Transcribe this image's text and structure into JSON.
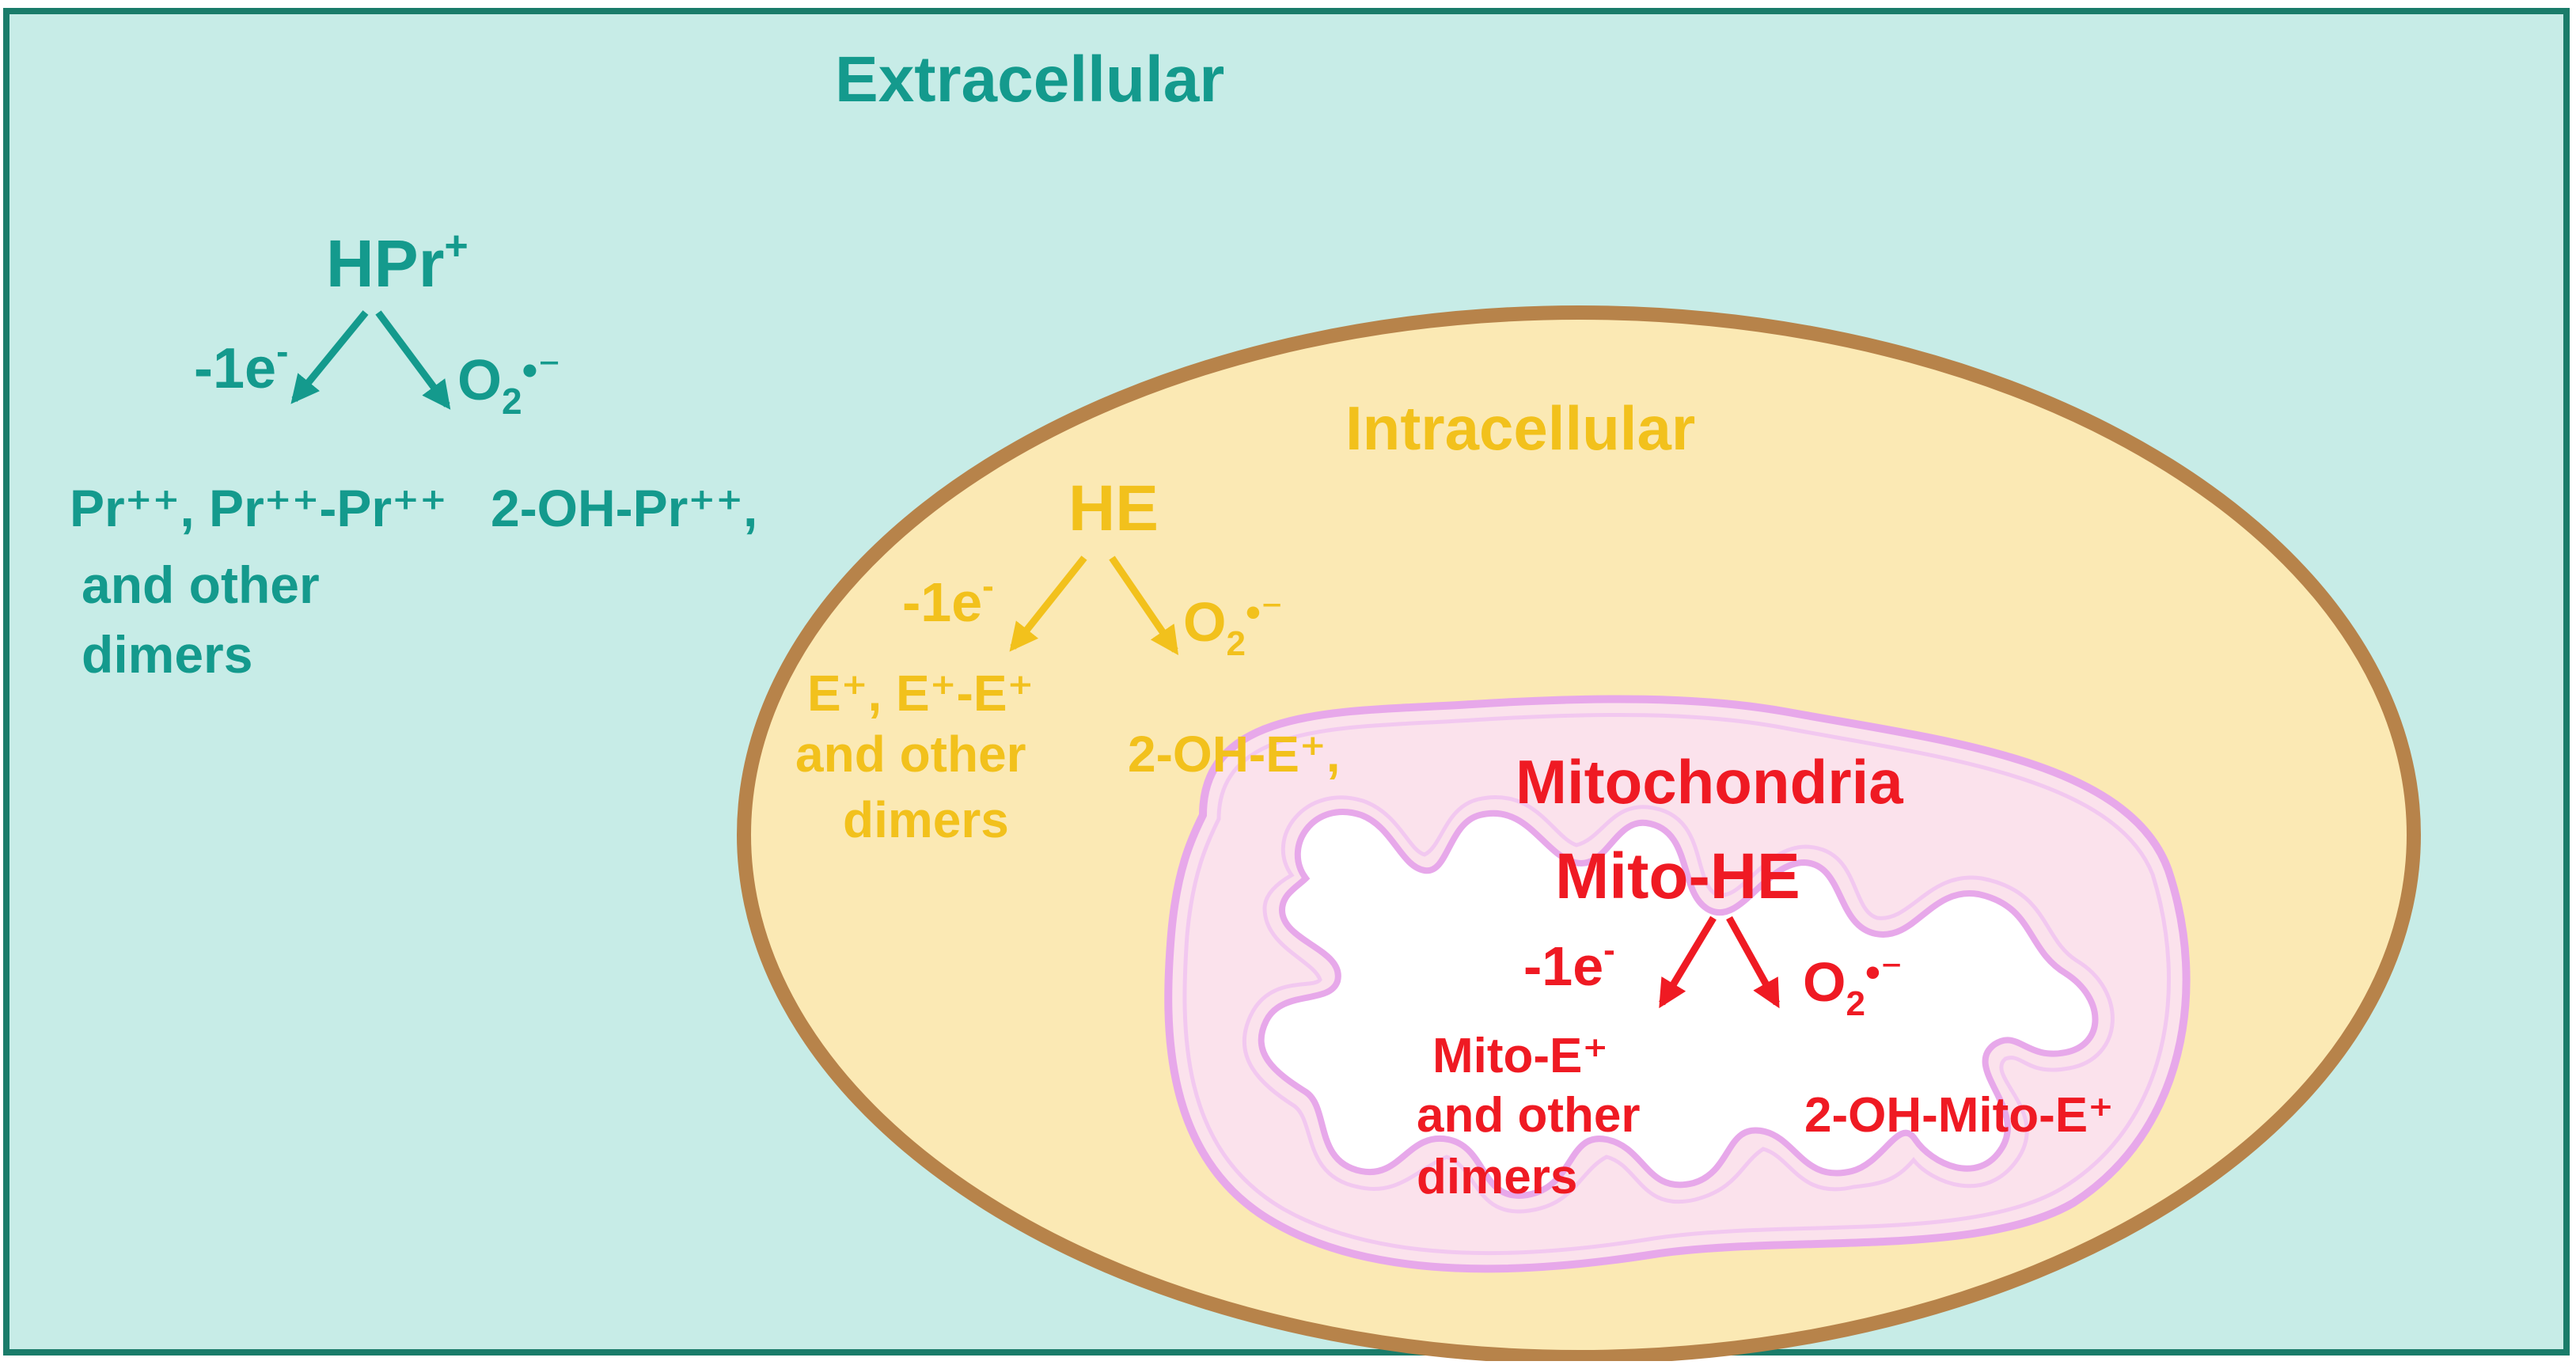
{
  "colors": {
    "outer_bg": "#c7ece7",
    "outer_border": "#1a7c6a",
    "cell_fill": "#fbe9b4",
    "cell_border": "#b7834a",
    "mito_fill": "#fbe2ec",
    "mito_membrane": "#e7a8ea",
    "mito_matrix": "#ffffff",
    "extracellular": "#149a8d",
    "intracellular": "#f2c11c",
    "mitochondria": "#ef1a23"
  },
  "extracellular": {
    "title": "Extracellular",
    "probe": "HPr",
    "probe_sup": "+",
    "oxidant_left": "-1e",
    "oxidant_left_sup": "-",
    "oxidant_right": "O",
    "oxidant_right_sub": "2",
    "oxidant_right_tail": "•⁻",
    "product_left_line1": "Pr⁺⁺, Pr⁺⁺-Pr⁺⁺",
    "product_left_line2": "and other",
    "product_left_line3": "dimers",
    "product_right": "2-OH-Pr⁺⁺,"
  },
  "intracellular": {
    "title": "Intracellular",
    "probe": "HE",
    "oxidant_left": "-1e",
    "oxidant_left_sup": "-",
    "oxidant_right": "O",
    "oxidant_right_sub": "2",
    "oxidant_right_tail": "•⁻",
    "product_left_line1": "E⁺, E⁺-E⁺",
    "product_left_line2": "and other",
    "product_left_line3": "dimers",
    "product_right": "2-OH-E⁺,"
  },
  "mitochondria": {
    "title": "Mitochondria",
    "probe": "Mito-HE",
    "oxidant_left": "-1e",
    "oxidant_left_sup": "-",
    "oxidant_right": "O",
    "oxidant_right_sub": "2",
    "oxidant_right_tail": "•⁻",
    "product_left_line1": "Mito-E⁺",
    "product_left_line2": "and other",
    "product_left_line3": "dimers",
    "product_right": "2-OH-Mito-E⁺"
  }
}
